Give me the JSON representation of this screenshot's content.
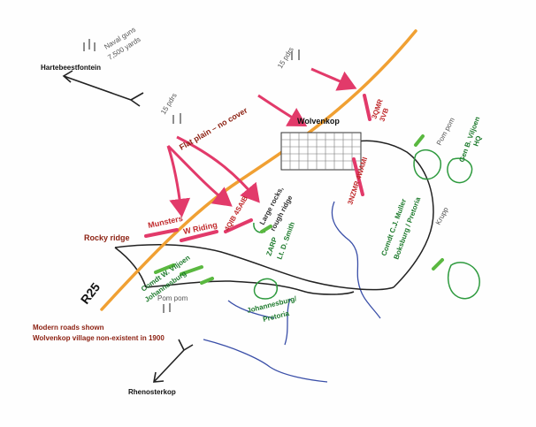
{
  "places": {
    "hartebeestfontein": "Hartebeestfontein",
    "rhenosterkop": "Rhenosterkop",
    "wolvenkop": "Wolvenkop"
  },
  "roads": {
    "r25": "R25"
  },
  "terrain": {
    "flat_plain": "Flat plain – no cover",
    "rocky_ridge": "Rocky ridge",
    "large_rocks_line1": "Large rocks,",
    "large_rocks_line2": "rough ridge"
  },
  "artillery": {
    "naval_guns_line1": "Naval guns",
    "naval_guns_line2": "7,500 yards",
    "pdrs_left": "15 pdrs",
    "pdrs_top": "15 pdrs",
    "pom_pom_right": "Pom pom",
    "pom_pom_bottom": "Pom pom",
    "krupp": "Krupp"
  },
  "british_units": {
    "munsters": "Munsters",
    "w_riding": "W Riding",
    "qib_4saib": "4QIB 4SAIB",
    "qmr_line1": "3QMR",
    "qmr_line2": "3VB",
    "nzmr_wamr": "3NZMR 4WAMI"
  },
  "boer_units": {
    "zarp_line1": "ZARP",
    "zarp_line2": "Lt. D. Smith",
    "viljoen_w_line1": "Comdt W. Viljoen",
    "viljoen_w_line2": "Johannesburg",
    "johannesburg_line1": "Johannesburg/",
    "johannesburg_line2": "Pretoria",
    "muller_line1": "Comdt C.J. Muller",
    "muller_line2": "Boksburg / Pretoria",
    "ben_viljoen_line1": "Gen B. Viljoen",
    "ben_viljoen_line2": "HQ"
  },
  "notes": {
    "line1": "Modern roads shown",
    "line2": "Wolvenkop village non-existent in 1900"
  },
  "colors": {
    "road": "#f0a033",
    "british": "#e23a6a",
    "boer": "#2e9a3e",
    "boer_text": "#1d7a2c",
    "note_text": "#8b1f10",
    "river": "#3a4fa8",
    "track": "#222222",
    "terrain_text": "#8b1f10",
    "gun_text": "#555555"
  }
}
